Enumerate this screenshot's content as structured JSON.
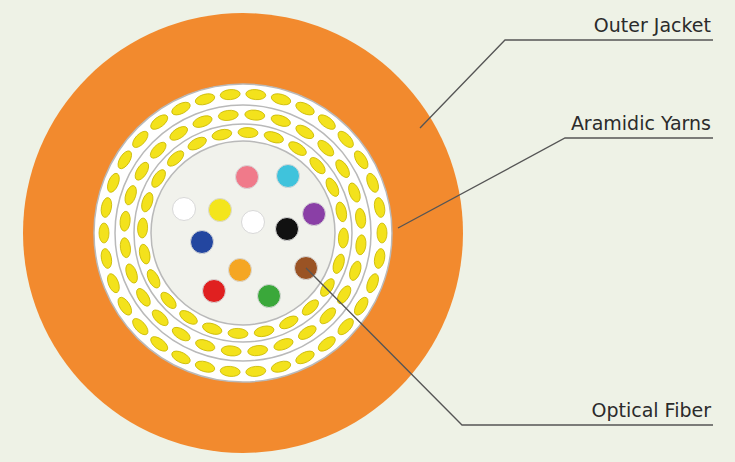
{
  "diagram": {
    "labels": [
      "Outer Jacket",
      "Aramidic Yarns",
      "Optical Fiber"
    ]
  }
}
